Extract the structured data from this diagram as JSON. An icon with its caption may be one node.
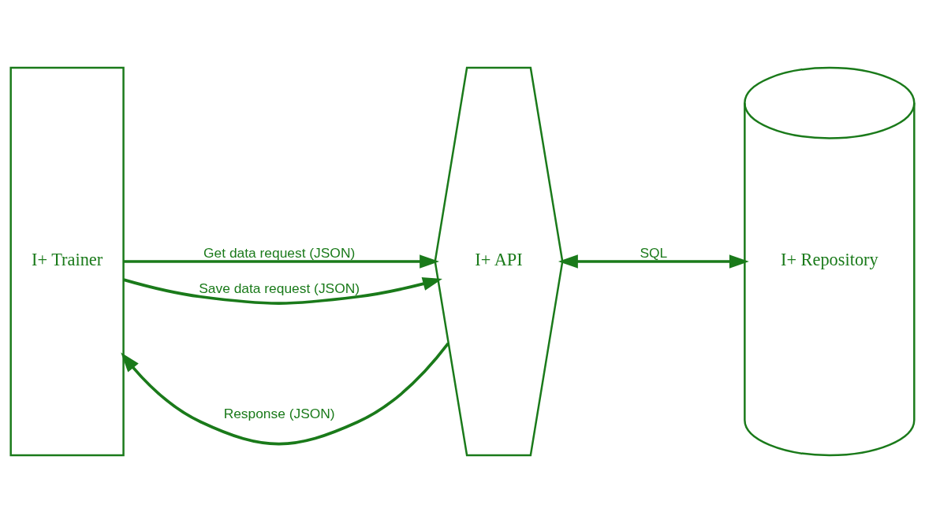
{
  "diagram": {
    "nodes": [
      {
        "text": [
          "I+ Trainer"
        ]
      },
      {
        "text": [
          "I+ API"
        ]
      },
      {
        "text": [
          "I+ Repository"
        ]
      }
    ],
    "edges": [
      {
        "from": 0,
        "to": 1,
        "arrow": "to",
        "label": "Get data request (JSON)"
      },
      {
        "from": 1,
        "to": 0,
        "arrow": "to",
        "label": "Response (JSON)"
      },
      {
        "from": 0,
        "to": 1,
        "arrow": "to",
        "label": "Save data request (JSON)"
      },
      {
        "from": 1,
        "to": 2,
        "arrow": "both",
        "label": "SQL"
      }
    ]
  }
}
